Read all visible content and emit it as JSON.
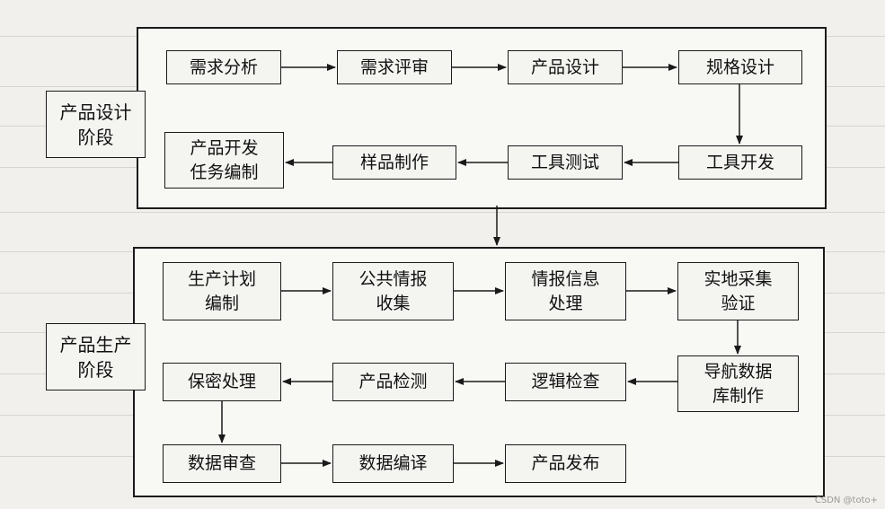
{
  "design_phase": {
    "label": "产品设计\n阶段",
    "nodes": [
      "需求分析",
      "需求评审",
      "产品设计",
      "规格设计",
      "工具开发",
      "工具测试",
      "样品制作",
      "产品开发\n任务编制"
    ]
  },
  "production_phase": {
    "label": "产品生产\n阶段",
    "nodes": [
      "生产计划\n编制",
      "公共情报\n收集",
      "情报信息\n处理",
      "实地采集\n验证",
      "导航数据\n库制作",
      "逻辑检查",
      "产品检测",
      "保密处理",
      "数据审查",
      "数据编译",
      "产品发布"
    ]
  },
  "watermark": "CSDN @toto+"
}
